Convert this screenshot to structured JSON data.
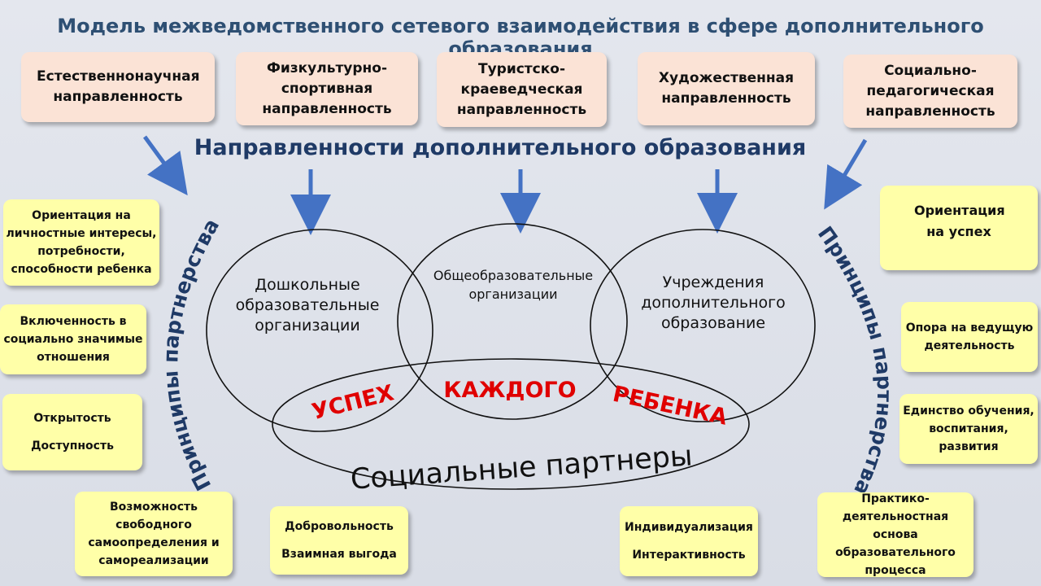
{
  "title": "Модель межведомственного сетевого взаимодействия в сфере дополнительного образования",
  "directions_title": "Направленности дополнительного образования",
  "directions": [
    "Естественнонаучная направленность",
    "Физкультурно-спортивная направленность",
    "Туристско-краеведческая направленность",
    "Художественная направленность",
    "Социально-педагогическая направленность"
  ],
  "principles_label_left": "Принципы партнерства",
  "principles_label_right": "Принципы партнерства",
  "principles": {
    "left_1": "Ориентация на личностные интересы, потребности, способности ребенка",
    "left_2": "Включенность в социально значимые отношения",
    "left_3a": "Открытость",
    "left_3b": "Доступность",
    "left_4": "Возможность свободного самоопределения и самореализации",
    "bottom_1a": "Добровольность",
    "bottom_1b": "Взаимная выгода",
    "bottom_2a": "Индивидуализация",
    "bottom_2b": "Интерактивность",
    "right_1": "Ориентация на успех",
    "right_2": "Опора на ведущую деятельность",
    "right_3": "Единство обучения, воспитания, развития",
    "right_4": "Практико-деятельностная основа образовательного процесса"
  },
  "circles": {
    "preschool": "Дошкольные образовательные организации",
    "general": "Общеобразовательные организации",
    "additional": "Учреждения дополнительного образование",
    "partners": "Социальные партнеры"
  },
  "slogan": {
    "word1": "УСПЕХ",
    "word2": "КАЖДОГО",
    "word3": "РЕБЕНКА"
  },
  "colors": {
    "title": "#2e4f73",
    "direction_box": "#fbe3d6",
    "principle_box": "#ffffa8",
    "arrow": "#4472c4",
    "slogan": "#e00000"
  }
}
